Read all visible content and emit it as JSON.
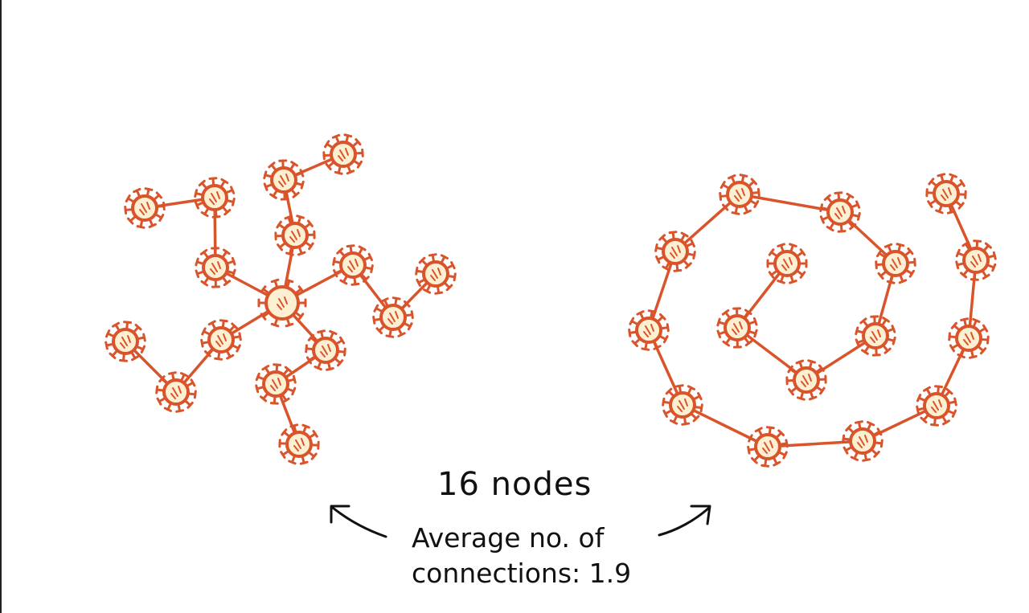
{
  "caption": {
    "nodes_text": "16 nodes",
    "avg_line1": "Average no. of",
    "avg_line2": "connections: 1.9"
  },
  "colors": {
    "node_stroke": "#d9542b",
    "node_fill": "#fdf0d2",
    "edge": "#d9542b",
    "text": "#111111"
  },
  "networks": [
    {
      "name": "tree-network",
      "shape": "branching"
    },
    {
      "name": "chain-network",
      "shape": "spiral"
    }
  ]
}
